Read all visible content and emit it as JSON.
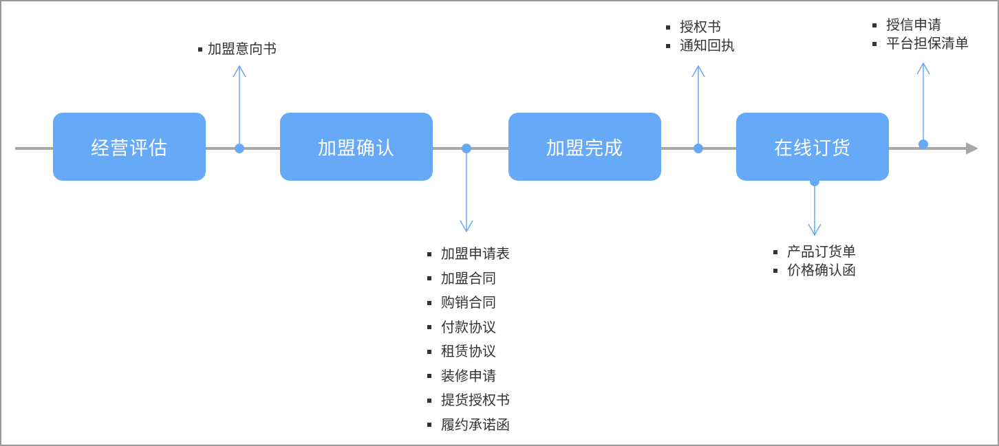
{
  "stages": [
    {
      "label": "经营评估"
    },
    {
      "label": "加盟确认"
    },
    {
      "label": "加盟完成"
    },
    {
      "label": "在线订货"
    }
  ],
  "documents": {
    "after_evaluation": [
      "加盟意向书"
    ],
    "after_confirmation": [
      "加盟申请表",
      "加盟合同",
      "购销合同",
      "付款协议",
      "租赁协议",
      "装修申请",
      "提货授权书",
      "履约承诺函"
    ],
    "after_completion": [
      "授权书",
      "通知回执"
    ],
    "online_order": [
      "产品订货单",
      "价格确认函"
    ],
    "after_order": [
      "授信申请",
      "平台担保清单"
    ]
  },
  "colors": {
    "stage_fill": "#66a9f7",
    "stage_text": "#ffffff",
    "connector": "#66a9f7",
    "timeline": "#a8a8a8",
    "text": "#333333",
    "frame": "#9a9a9a"
  }
}
